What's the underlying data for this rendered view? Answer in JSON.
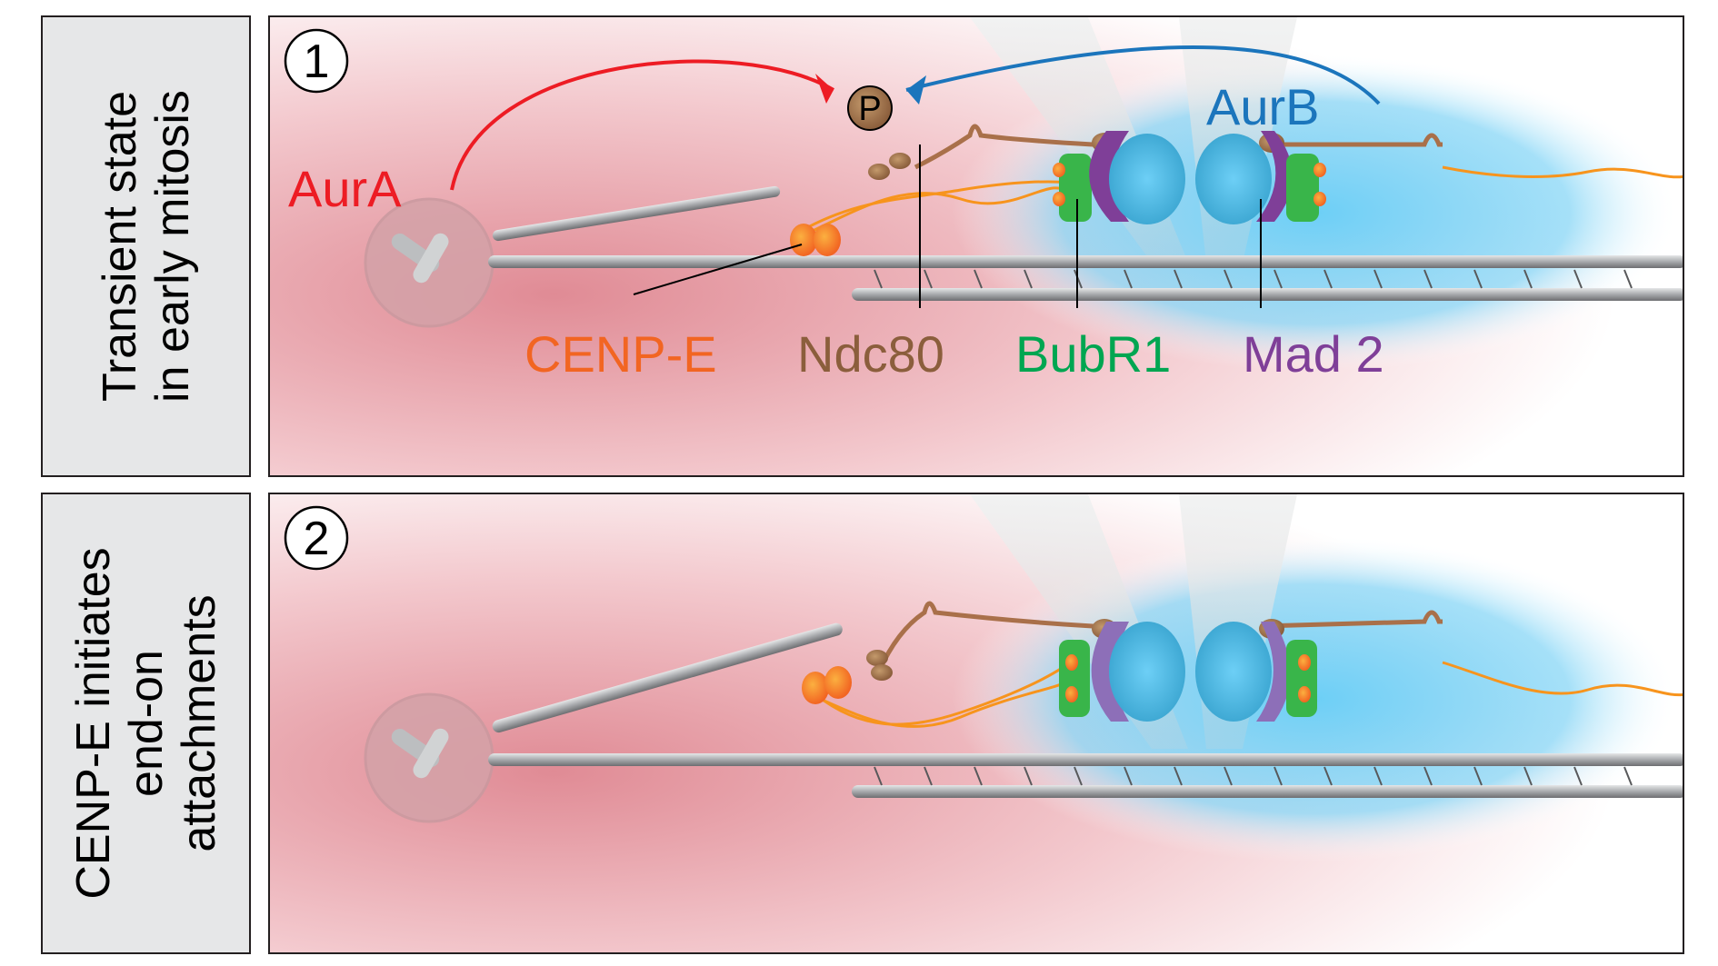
{
  "panels": [
    {
      "number": "1",
      "side_label_lines": [
        "Transient state",
        "in early mitosis"
      ],
      "kinases": [
        {
          "name": "AurA",
          "color": "#ed1c24"
        },
        {
          "name": "AurB",
          "color": "#1b75bc"
        }
      ],
      "phospho_label": "P",
      "component_labels": [
        {
          "name": "CENP-E",
          "color": "#f26522"
        },
        {
          "name": "Ndc80",
          "color": "#8b5e3c"
        },
        {
          "name": "BubR1",
          "color": "#00a651"
        },
        {
          "name": "Mad 2",
          "color": "#7f3f98"
        }
      ]
    },
    {
      "number": "2",
      "side_label_lines": [
        "CENP-E initiates",
        "end-on",
        "attachments"
      ]
    }
  ],
  "colors": {
    "pole_gradient": "#e08b95",
    "kinetochore_glow": "#6dcff6",
    "microtubule": "#a7a9ac",
    "centromere": "#4fb3dd",
    "ndc80": "#a9704a",
    "cenpe": "#f7941d",
    "bubr1": "#39b54a",
    "mad2": "#7f3f98"
  }
}
